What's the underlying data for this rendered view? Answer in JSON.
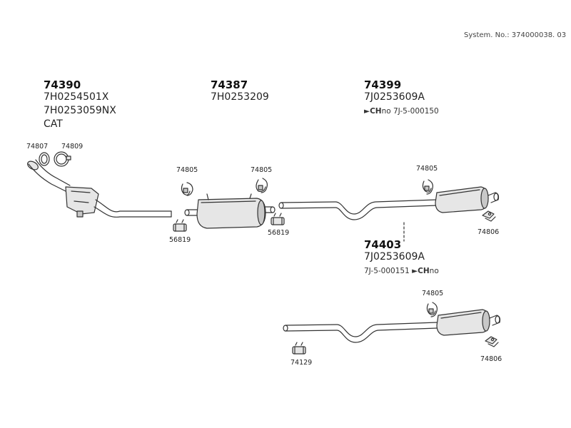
{
  "header": {
    "system_no": "System. No.: 374000038. 03"
  },
  "groups": {
    "g1": {
      "part_no": "74390",
      "refs": [
        "7H0254501X",
        "7H0253059NX",
        "CAT"
      ]
    },
    "g2": {
      "part_no": "74387",
      "refs": [
        "7H0253209"
      ]
    },
    "g3": {
      "part_no": "74399",
      "refs": [
        "7J0253609A"
      ],
      "note_arrow": "►",
      "note_ch": "CH",
      "note_text": "no 7J-5-000150"
    },
    "g4": {
      "part_no": "74403",
      "refs": [
        "7J0253609A"
      ],
      "note_prefix": "7J-5-000151 ",
      "note_arrow": "►",
      "note_ch": "CH",
      "note_text": "no"
    }
  },
  "callouts": {
    "c74807": "74807",
    "c74809": "74809",
    "c74805_a": "74805",
    "c56819_a": "56819",
    "c74805_b": "74805",
    "c56819_b": "56819",
    "c74805_c": "74805",
    "c74806_a": "74806",
    "c74805_d": "74805",
    "c74129": "74129",
    "c74806_b": "74806"
  },
  "colors": {
    "line": "#333333",
    "fill": "#e6e6e6",
    "shade": "#c8c8c8"
  }
}
